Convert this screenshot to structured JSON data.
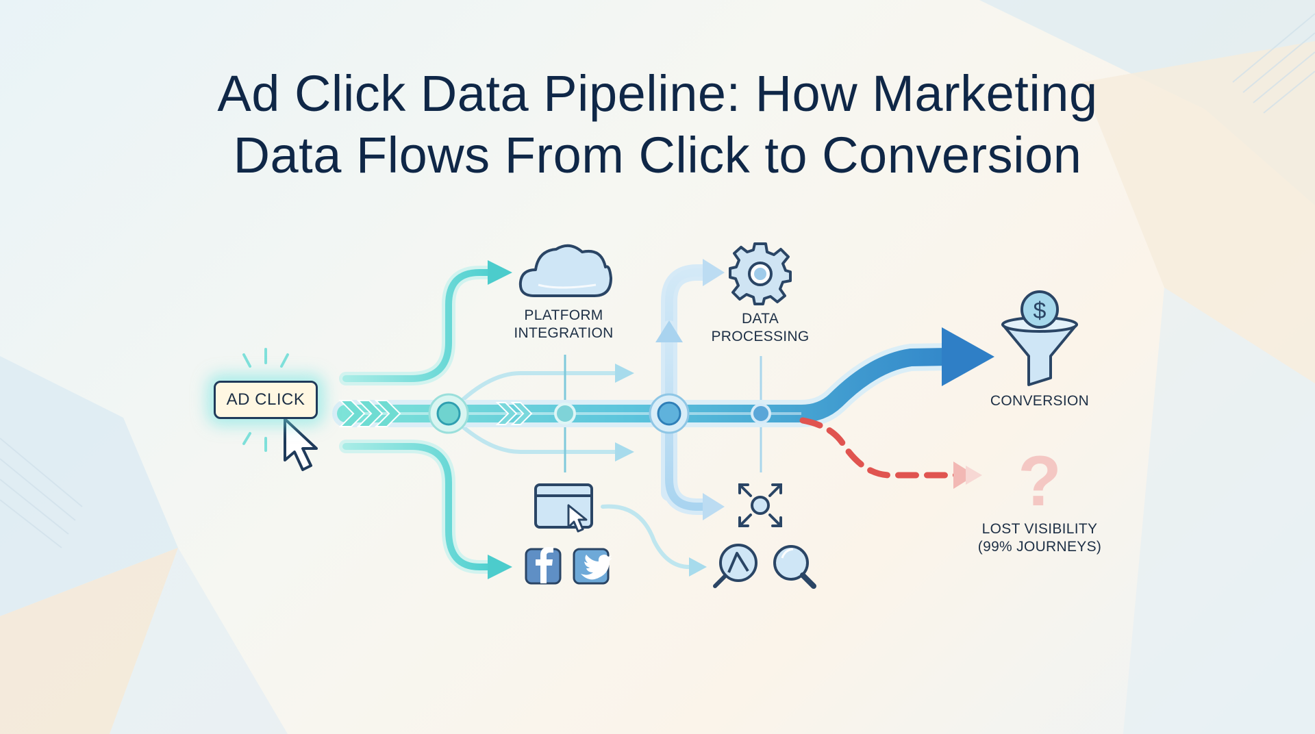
{
  "title": {
    "line1": "Ad Click Data Pipeline: How Marketing",
    "line2": "Data Flows From Click to Conversion"
  },
  "nodes": {
    "ad_click": "AD CLICK",
    "platform_integration": [
      "PLATFORM",
      "INTEGRATION"
    ],
    "data_processing": [
      "DATA",
      "PROCESSING"
    ],
    "conversion": "CONVERSION",
    "lost_visibility": [
      "LOST VISIBILITY",
      "(99% JOURNEYS)"
    ],
    "dollar_symbol": "$",
    "question_mark": "?"
  },
  "icons": {
    "ad_click": "cursor-icon",
    "platform_integration": "cloud-icon",
    "data_processing": "gear-icon",
    "conversion": "funnel-icon",
    "lost_visibility": "question-icon",
    "web": "browser-window-icon",
    "social": [
      "facebook-icon",
      "twitter-icon"
    ],
    "analysis": [
      "analytics-icon",
      "search-icon"
    ],
    "tracking": "target-icon"
  },
  "colors": {
    "title": "#0f2747",
    "teal_flow": "#5fd3d0",
    "blue_flow": "#3a8fd0",
    "lost_flow": "#e0504b",
    "icon_stroke": "#1f3a5a",
    "icon_fill": "#bfe0f3"
  }
}
